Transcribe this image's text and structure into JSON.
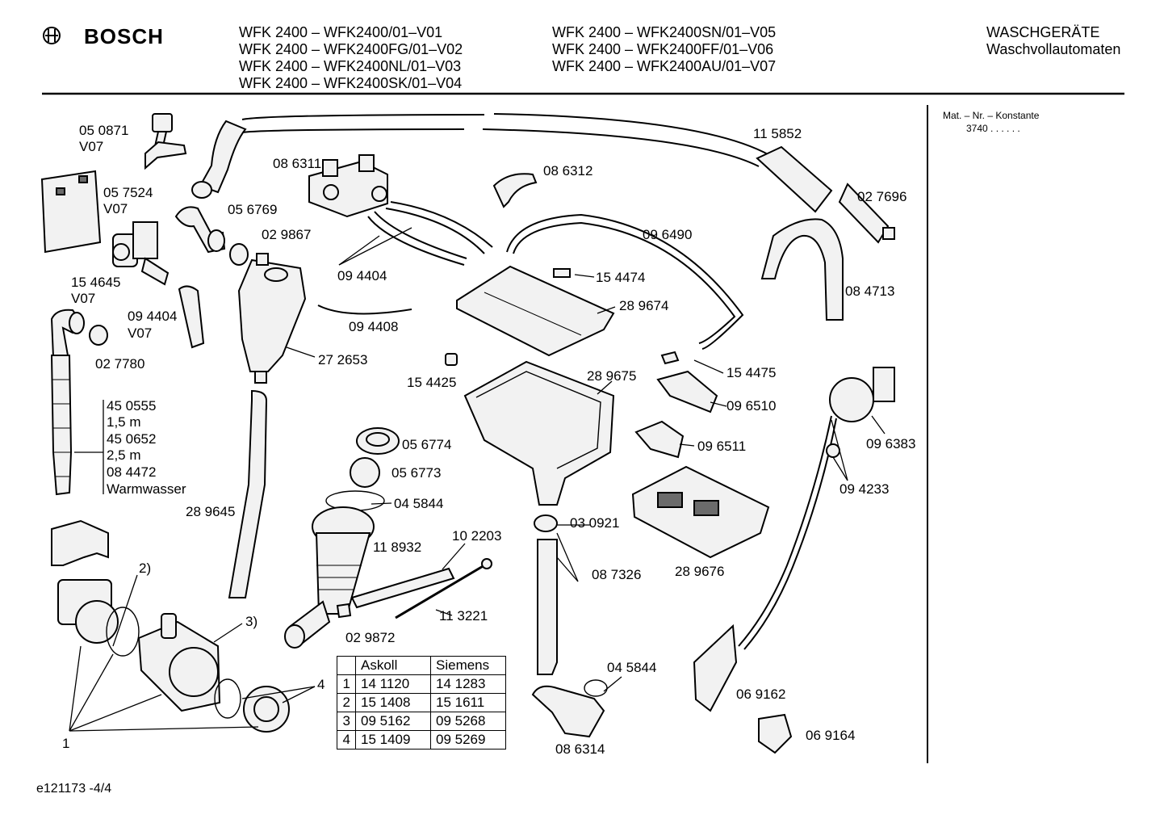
{
  "header": {
    "brand": "BOSCH",
    "models_col1": [
      "WFK 2400 – WFK2400/01–V01",
      "WFK 2400 – WFK2400FG/01–V02",
      "WFK 2400 – WFK2400NL/01–V03",
      "WFK 2400 – WFK2400SK/01–V04"
    ],
    "models_col2": [
      "WFK 2400 – WFK2400SN/01–V05",
      "WFK 2400 – WFK2400FF/01–V06",
      "WFK 2400 – WFK2400AU/01–V07"
    ],
    "category": "WASCHGERÄTE",
    "subcategory": "Waschvollautomaten"
  },
  "sidebar": {
    "title": "Mat. – Nr. – Konstante",
    "value": "3740 . . . . . ."
  },
  "labels": [
    "05 0871",
    "V07",
    "05 7524",
    "V07",
    "15 4645",
    "V07",
    "09 4404",
    "V07",
    "02 7780",
    "45 0555",
    "1,5 m",
    "45 0652",
    "2,5 m",
    "08 4472",
    "Warmwasser",
    "2)",
    "3)",
    "4",
    "1",
    "08 6311",
    "05 6769",
    "02 9867",
    "09 4404",
    "09 4408",
    "27 2653",
    "28 9645",
    "05 6774",
    "05 6773",
    "04 5844",
    "11 8932",
    "02 9872",
    "10 2203",
    "11 3221",
    "08 6312",
    "15 4474",
    "28 9674",
    "15 4425",
    "28 9675",
    "09 6490",
    "15 4475",
    "09 6510",
    "09 6511",
    "28 9676",
    "03 0921",
    "08 7326",
    "04 5844",
    "08 6314",
    "11 5852",
    "02 7696",
    "08 4713",
    "09 6383",
    "09 4233",
    "06 9162",
    "06 9164"
  ],
  "table": {
    "columns": [
      "",
      "Askoll",
      "Siemens"
    ],
    "rows": [
      [
        "1",
        "14 1120",
        "14 1283"
      ],
      [
        "2",
        "15 1408",
        "15 1611"
      ],
      [
        "3",
        "09 5162",
        "09 5268"
      ],
      [
        "4",
        "15 1409",
        "09 5269"
      ]
    ]
  },
  "footer": {
    "drawing_id": "e121173 -4/4"
  }
}
